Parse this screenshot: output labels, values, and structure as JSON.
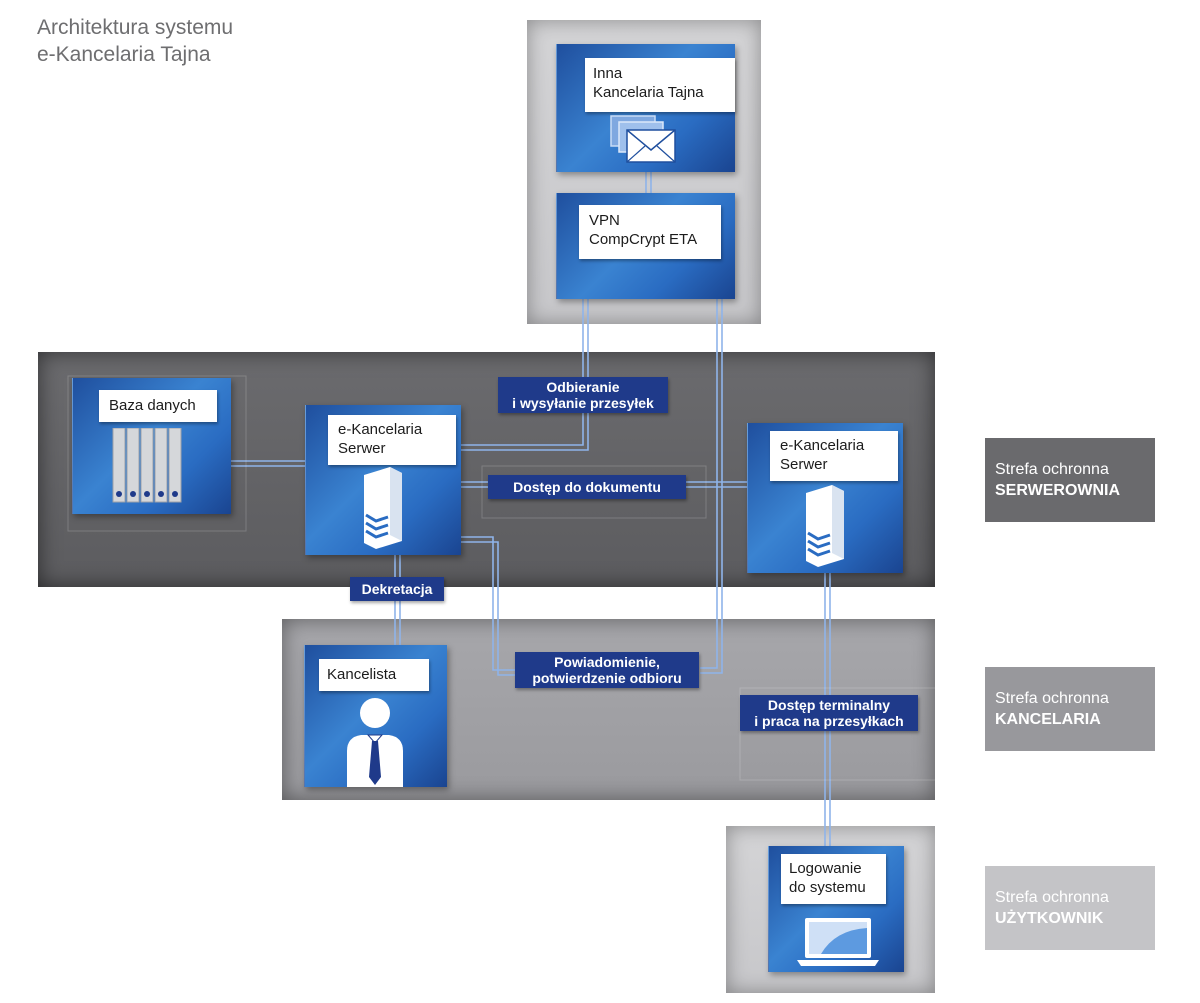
{
  "title": {
    "line1": "Architektura systemu",
    "line2": "e-Kancelaria Tajna"
  },
  "nodes": {
    "inna_kancelaria": {
      "line1": "Inna",
      "line2": "Kancelaria Tajna",
      "icon": "envelope-icon"
    },
    "vpn": {
      "line1": "VPN",
      "line2": "CompCrypt ETA"
    },
    "baza_danych": {
      "line1": "Baza danych",
      "icon": "database-icon"
    },
    "serwer_left": {
      "line1": "e-Kancelaria",
      "line2": "Serwer",
      "icon": "server-icon"
    },
    "serwer_right": {
      "line1": "e-Kancelaria",
      "line2": "Serwer",
      "icon": "server-icon"
    },
    "kancelista": {
      "line1": "Kancelista",
      "icon": "user-icon"
    },
    "logowanie": {
      "line1": "Logowanie",
      "line2": "do systemu",
      "icon": "laptop-icon"
    }
  },
  "connections": {
    "odbieranie": {
      "line1": "Odbieranie",
      "line2": "i wysyłanie przesyłek"
    },
    "dostep_dokumentu": {
      "line1": "Dostęp do dokumentu"
    },
    "dekretacja": {
      "line1": "Dekretacja"
    },
    "powiadomienie": {
      "line1": "Powiadomienie,",
      "line2": "potwierdzenie odbioru"
    },
    "dostep_terminalny": {
      "line1": "Dostęp terminalny",
      "line2": "i praca na przesyłkach"
    }
  },
  "zones": {
    "serwerownia": {
      "line1": "Strefa ochronna",
      "line2": "SERWEROWNIA",
      "color": "#6a6a6d"
    },
    "kancelaria": {
      "line1": "Strefa ochronna",
      "line2": "KANCELARIA",
      "color": "#98989c"
    },
    "uzytkownik": {
      "line1": "Strefa ochronna",
      "line2": "UŻYTKOWNIK",
      "color": "#c4c4c7"
    }
  },
  "colors": {
    "node_blue": "#2a6cc2",
    "tag_navy": "#1f3a8a",
    "line_blue": "#8fb4ea"
  }
}
